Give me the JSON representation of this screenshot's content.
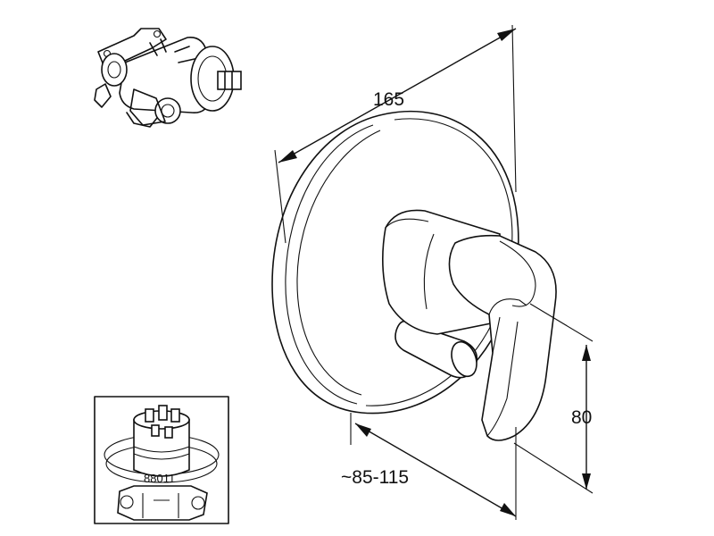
{
  "dimensions": {
    "plate_diameter": "165",
    "wall_depth": "~85-115",
    "handle_height": "80"
  },
  "inset": {
    "part_number": "88011"
  }
}
